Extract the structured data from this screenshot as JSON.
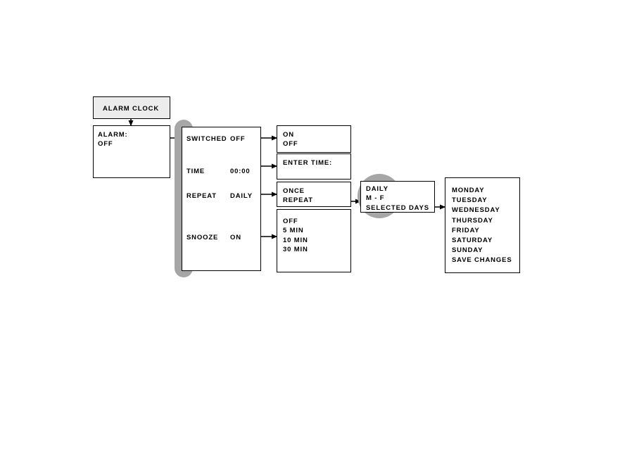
{
  "diagram": {
    "title": "ALARM CLOCK",
    "colors": {
      "shadow_gray": "#a6a6a6",
      "header_fill": "#ececec",
      "stroke": "#000000",
      "background": "#ffffff"
    },
    "header": {
      "label": "ALARM CLOCK"
    },
    "alarm_status": {
      "lines": [
        "ALARM:",
        "OFF"
      ]
    },
    "main_menu": {
      "rows": [
        {
          "label": "SWITCHED",
          "value": "OFF"
        },
        {
          "label": "TIME",
          "value": "00:00"
        },
        {
          "label": "REPEAT",
          "value": "DAILY"
        },
        {
          "label": "SNOOZE",
          "value": "ON"
        }
      ]
    },
    "switched_options": {
      "lines": [
        "ON",
        "OFF"
      ]
    },
    "time_entry": {
      "lines": [
        "ENTER TIME:"
      ]
    },
    "repeat_options": {
      "lines": [
        "ONCE",
        "REPEAT"
      ]
    },
    "snooze_options": {
      "lines": [
        "OFF",
        "5 MIN",
        "10 MIN",
        "30 MIN"
      ]
    },
    "repeat_mode_options": {
      "lines": [
        "DAILY",
        "M - F",
        "SELECTED DAYS"
      ]
    },
    "day_selection": {
      "lines": [
        "MONDAY",
        "TUESDAY",
        "WEDNESDAY",
        "THURSDAY",
        "FRIDAY",
        "SATURDAY",
        "SUNDAY",
        "SAVE CHANGES"
      ]
    }
  }
}
